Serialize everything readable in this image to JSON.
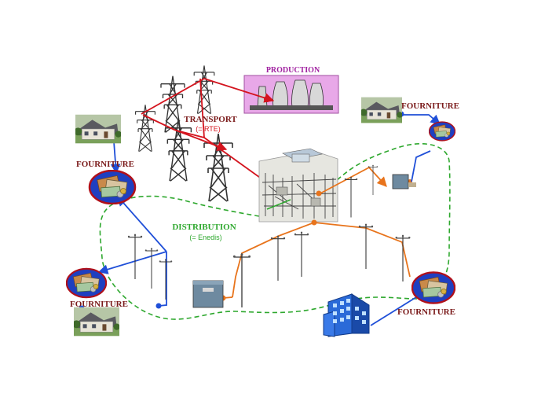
{
  "labels": {
    "production": "PRODUCTION",
    "transport": "TRANSPORT",
    "transport_sub": "(= RTE)",
    "distribution": "DISTRIBUTION",
    "distribution_sub": "(= Enedis)",
    "fourniture_top_right": "FOURNITURE",
    "fourniture_left_upper": "FOURNITURE",
    "fourniture_left_lower": "FOURNITURE",
    "fourniture_bottom_right": "FOURNITURE"
  },
  "colors": {
    "transport_line": "#d4141e",
    "distribution_line": "#e8741c",
    "fourniture_line": "#1f4fd8",
    "distribution_zone": "#2ea82e",
    "production_bg": "#e8a8e8",
    "production_text": "#a020a0",
    "fourniture_text": "#7a1a1a",
    "pylon": "#333333"
  },
  "icons": [
    "pylon-icon",
    "power-plant-icon",
    "substation-icon",
    "house-icon",
    "banknotes-icon",
    "building-icon",
    "transformer-cabinet-icon",
    "utility-pole-icon"
  ]
}
